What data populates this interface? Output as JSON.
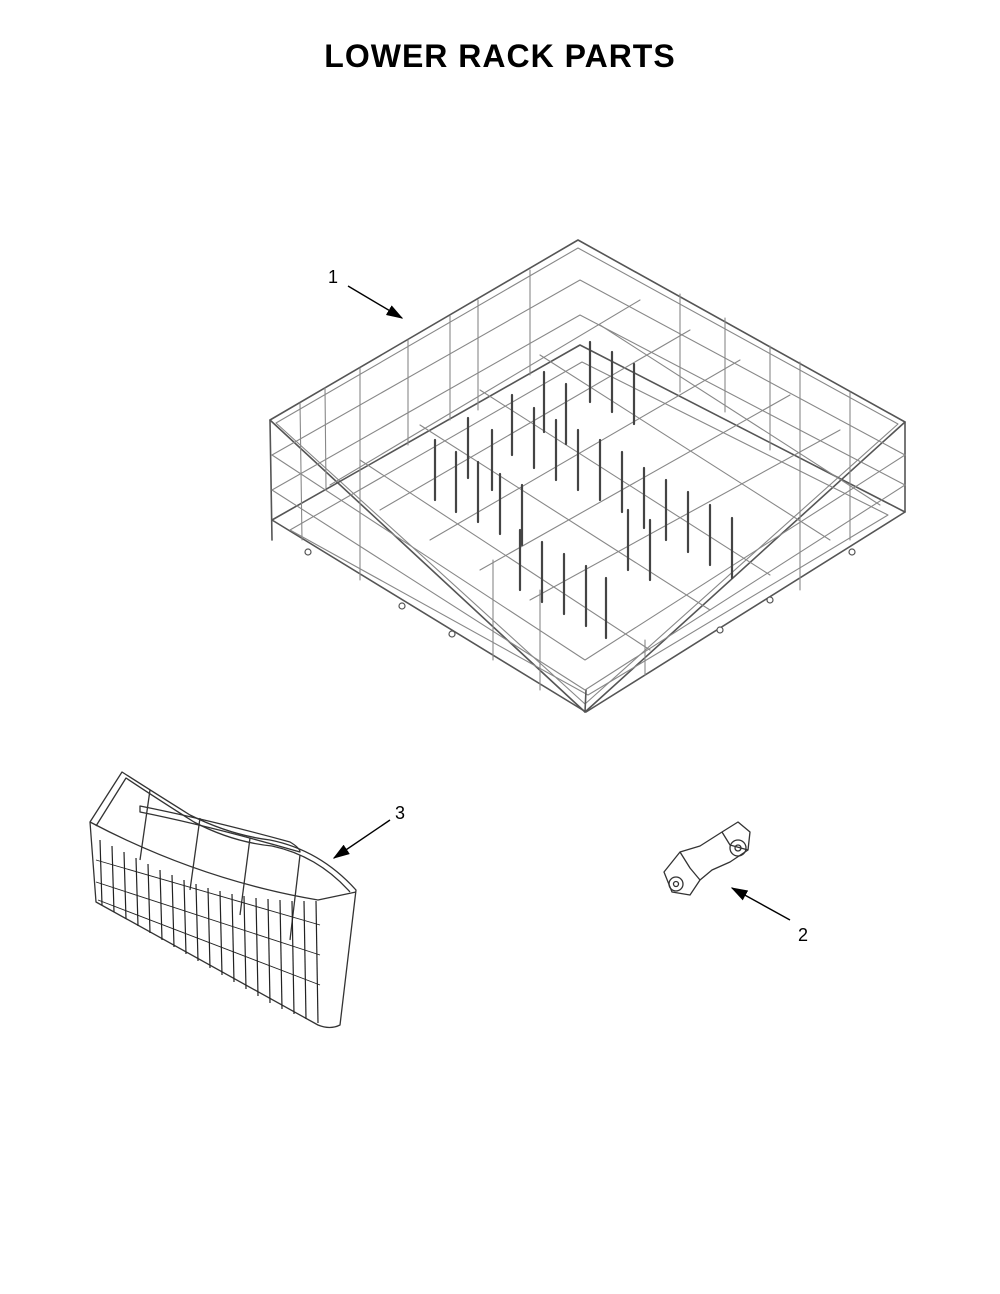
{
  "page": {
    "title": "LOWER RACK PARTS"
  },
  "callouts": [
    {
      "id": "1",
      "label": "1",
      "part": "lower-rack"
    },
    {
      "id": "2",
      "label": "2",
      "part": "rack-roller"
    },
    {
      "id": "3",
      "label": "3",
      "part": "silverware-basket"
    }
  ],
  "colors": {
    "ink": "#000000",
    "line": "#555555",
    "background": "#ffffff"
  }
}
